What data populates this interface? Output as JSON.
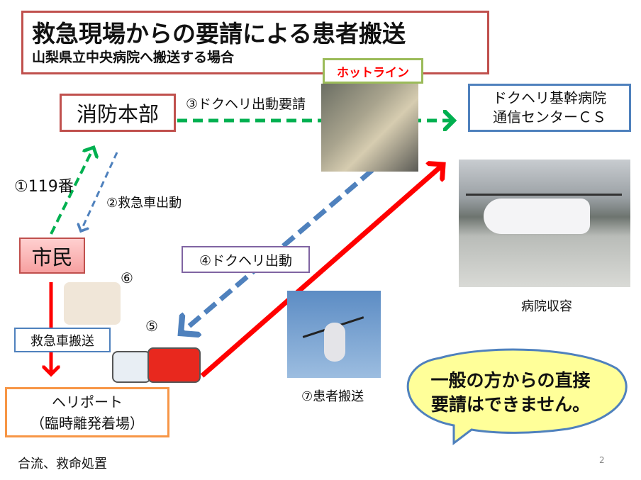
{
  "title": "救急現場からの要請による患者搬送",
  "subtitle": "山梨県立中央病院へ搬送する場合",
  "hotline": "ホットライン",
  "fire_hq": "消防本部",
  "step3": "③ドクヘリ出動要請",
  "base_hospital": {
    "line1": "ドクヘリ基幹病院",
    "line2": "通信センターＣＳ"
  },
  "hospital_admission": "病院収容",
  "step1": "①119番",
  "step2": "②救急車出動",
  "citizen": "市民",
  "ambulance_transport": "救急車搬送",
  "step6": "⑥",
  "step5": "⑤",
  "step4": "④ドクヘリ出動",
  "step7": "⑦患者搬送",
  "heliport": {
    "line1": "ヘリポート",
    "line2": "（臨時離発着場）"
  },
  "merge_note": "合流、救命処置",
  "notice": {
    "line1": "一般の方からの直接",
    "line2": "要請はできません。"
  },
  "page_number": "2",
  "colors": {
    "red": "#ff0000",
    "green": "#00b050",
    "blue": "#4f81bd",
    "purple": "#8064a2",
    "orange": "#f79646",
    "bubble": "#ffff99"
  }
}
